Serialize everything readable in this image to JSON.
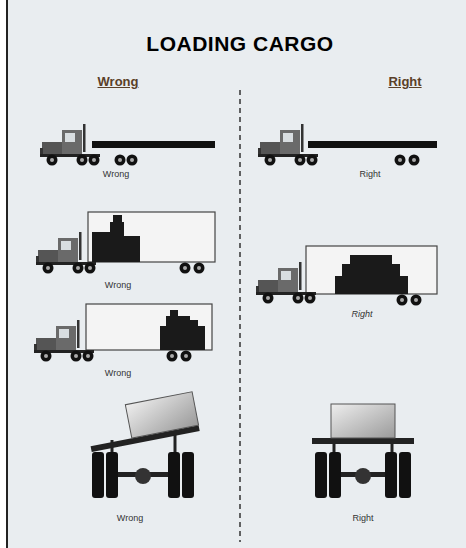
{
  "diagram": {
    "title": "LOADING CARGO",
    "labels": [
      "Wrong",
      "Right",
      "Wrong",
      "Right",
      "Wrong",
      "Right",
      "Wrong",
      "Wrong",
      "Right"
    ]
  }
}
